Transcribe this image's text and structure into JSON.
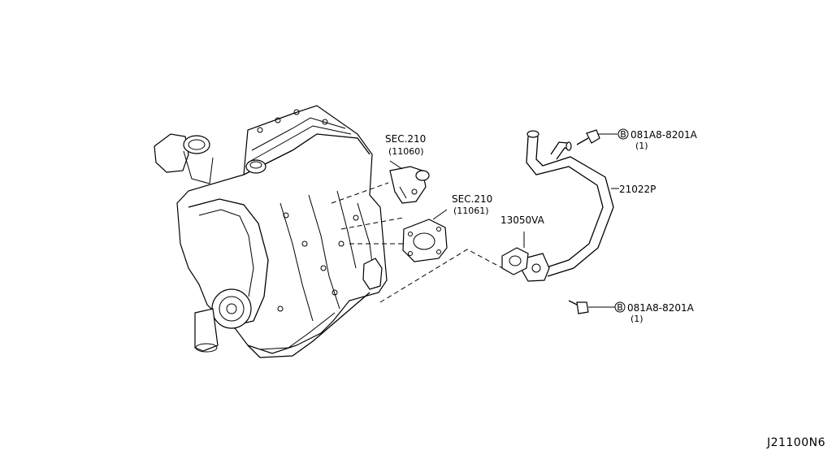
{
  "diagram_code": "J21100N6",
  "callouts": {
    "sec_upper": {
      "sec": "SEC.210",
      "part": "(11060)"
    },
    "sec_lower": {
      "sec": "SEC.210",
      "part": "(11061)"
    },
    "gasket": {
      "part": "13050VA"
    },
    "pipe": {
      "part": "21022P"
    },
    "bolt_top": {
      "badge": "B",
      "part": "081A8-8201A",
      "qty": "(1)"
    },
    "bolt_bottom": {
      "badge": "B",
      "part": "081A8-8201A",
      "qty": "(1)"
    }
  }
}
